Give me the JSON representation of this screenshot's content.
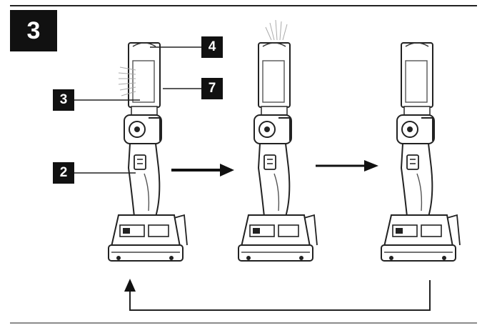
{
  "figure": {
    "number": "3"
  },
  "callouts": [
    {
      "label": "4",
      "part": "lamp-head-top"
    },
    {
      "label": "7",
      "part": "lamp-head-side"
    },
    {
      "label": "3",
      "part": "lens"
    },
    {
      "label": "2",
      "part": "power-switch"
    }
  ],
  "icons": {
    "tool": "work-light-icon",
    "arrow": "right-arrow-icon",
    "loop": "return-arrow-icon",
    "light": "light-rays-icon"
  },
  "colors": {
    "ink": "#111111",
    "paper": "#ffffff",
    "gray": "#666666"
  }
}
